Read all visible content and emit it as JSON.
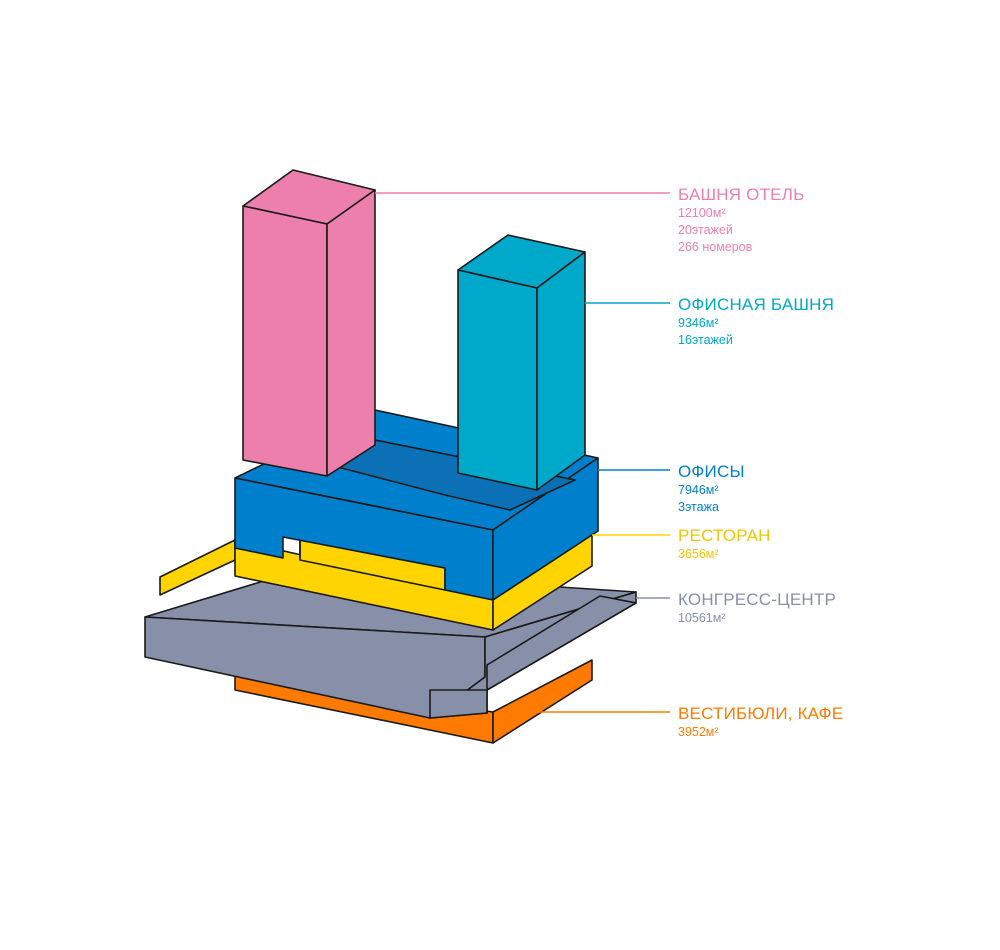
{
  "colors": {
    "hotel": "#ec7fac",
    "office_tower": "#00a8c9",
    "offices": "#0080cc",
    "restaurant": "#ffd400",
    "congress": "#8790a8",
    "lobby": "#ff7a00"
  },
  "labels": {
    "hotel": {
      "title": "БАШНЯ ОТЕЛЬ",
      "area": "12100м²",
      "floors": "20этажей",
      "rooms": "266 номеров"
    },
    "office_tower": {
      "title": "ОФИСНАЯ БАШНЯ",
      "area": "9346м²",
      "floors": "16этажей"
    },
    "offices": {
      "title": "ОФИСЫ",
      "area": "7946м²",
      "floors": "3этажа"
    },
    "restaurant": {
      "title": "РЕСТОРАН",
      "area": "3656м²"
    },
    "congress": {
      "title": "КОНГРЕСС-ЦЕНТР",
      "area": "10561м²"
    },
    "lobby": {
      "title": "ВЕСТИБЮЛИ, КАФЕ",
      "area": "3952м²"
    }
  }
}
